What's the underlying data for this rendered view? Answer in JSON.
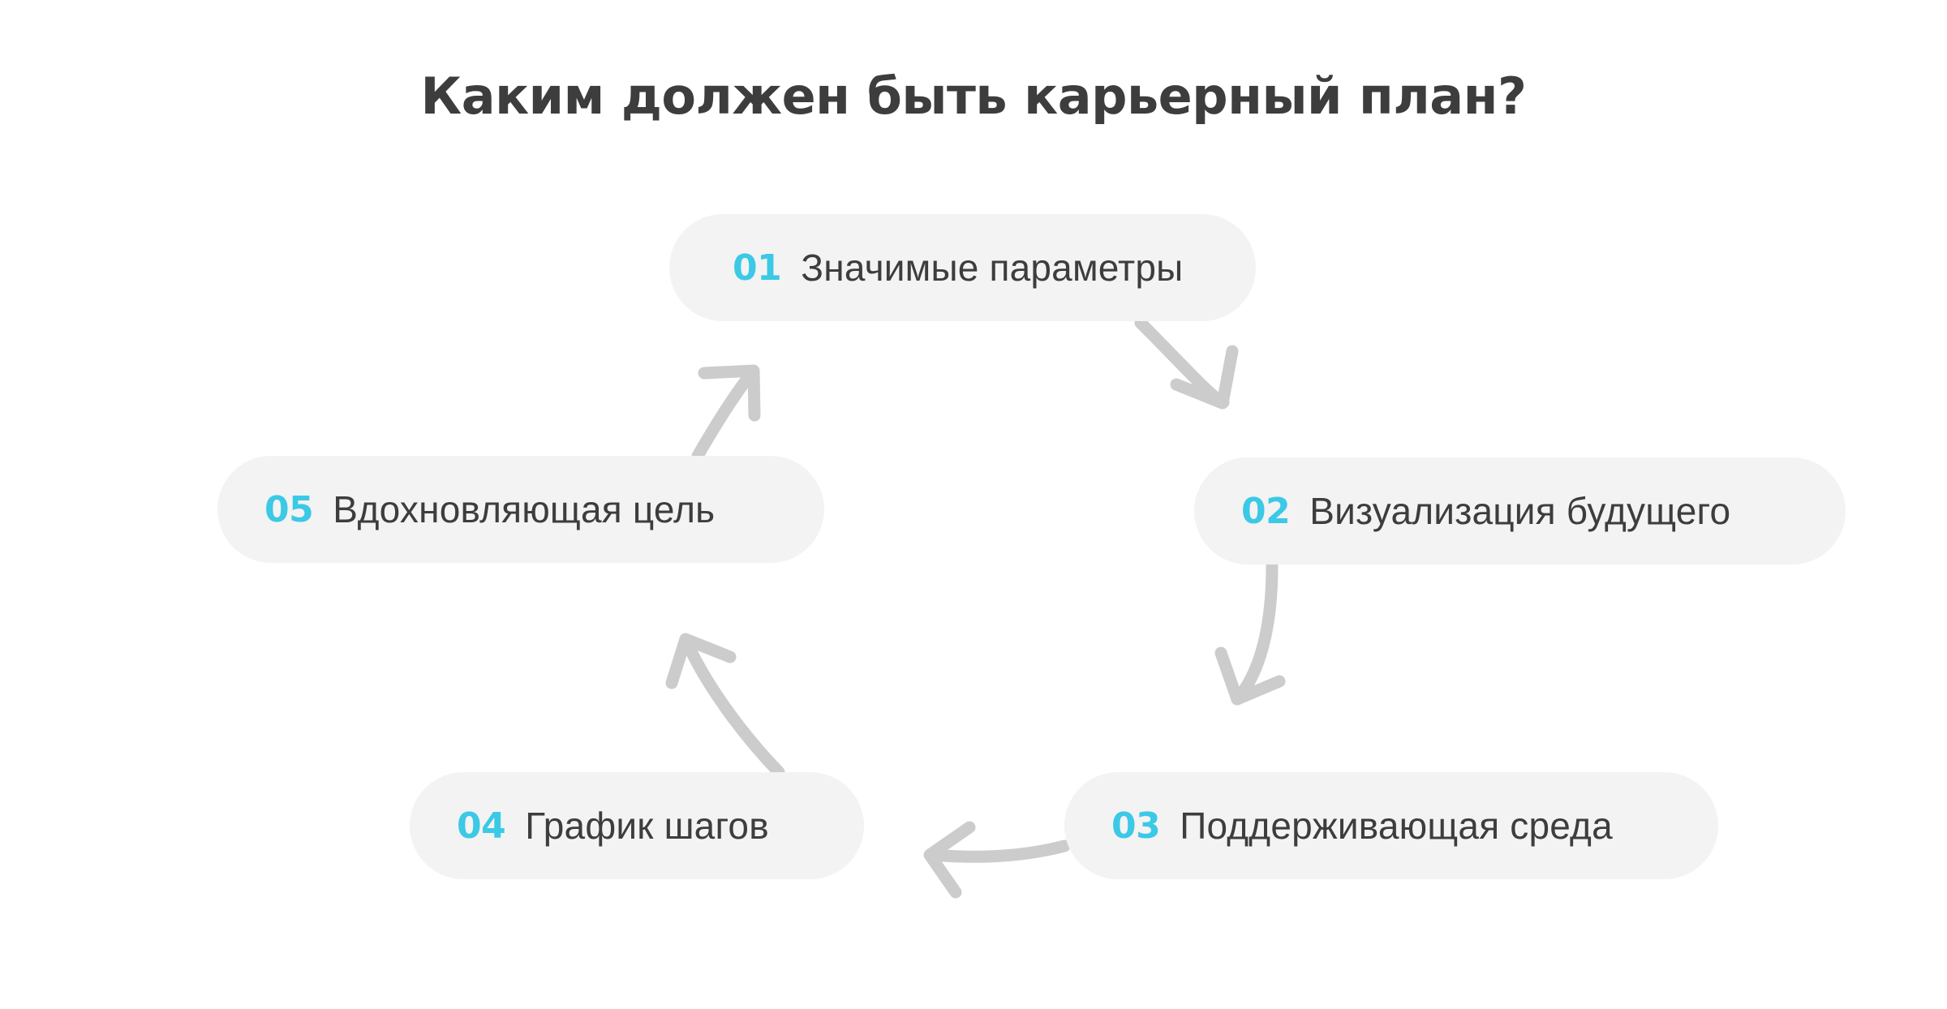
{
  "page": {
    "title": "Каким должен быть карьерный план?",
    "background_color": "#ffffff",
    "accent_color": "#3bc9e6",
    "text_color": "#3d3d3d",
    "pill_color": "#f3f3f3",
    "arrow_color": "#cccccc"
  },
  "chart_data": {
    "type": "diagram",
    "title": "Каким должен быть карьерный план?",
    "layout": "cycle",
    "steps": [
      {
        "number": "01",
        "label": "Значимые параметры"
      },
      {
        "number": "02",
        "label": "Визуализация будущего"
      },
      {
        "number": "03",
        "label": "Поддерживающая среда"
      },
      {
        "number": "04",
        "label": "График шагов"
      },
      {
        "number": "05",
        "label": "Вдохновляющая цель"
      }
    ],
    "connections": [
      {
        "from": "01",
        "to": "02",
        "style": "curved-arrow"
      },
      {
        "from": "02",
        "to": "03",
        "style": "curved-arrow"
      },
      {
        "from": "03",
        "to": "04",
        "style": "curved-arrow"
      },
      {
        "from": "04",
        "to": "05",
        "style": "curved-arrow"
      },
      {
        "from": "05",
        "to": "01",
        "style": "curved-arrow"
      }
    ]
  }
}
